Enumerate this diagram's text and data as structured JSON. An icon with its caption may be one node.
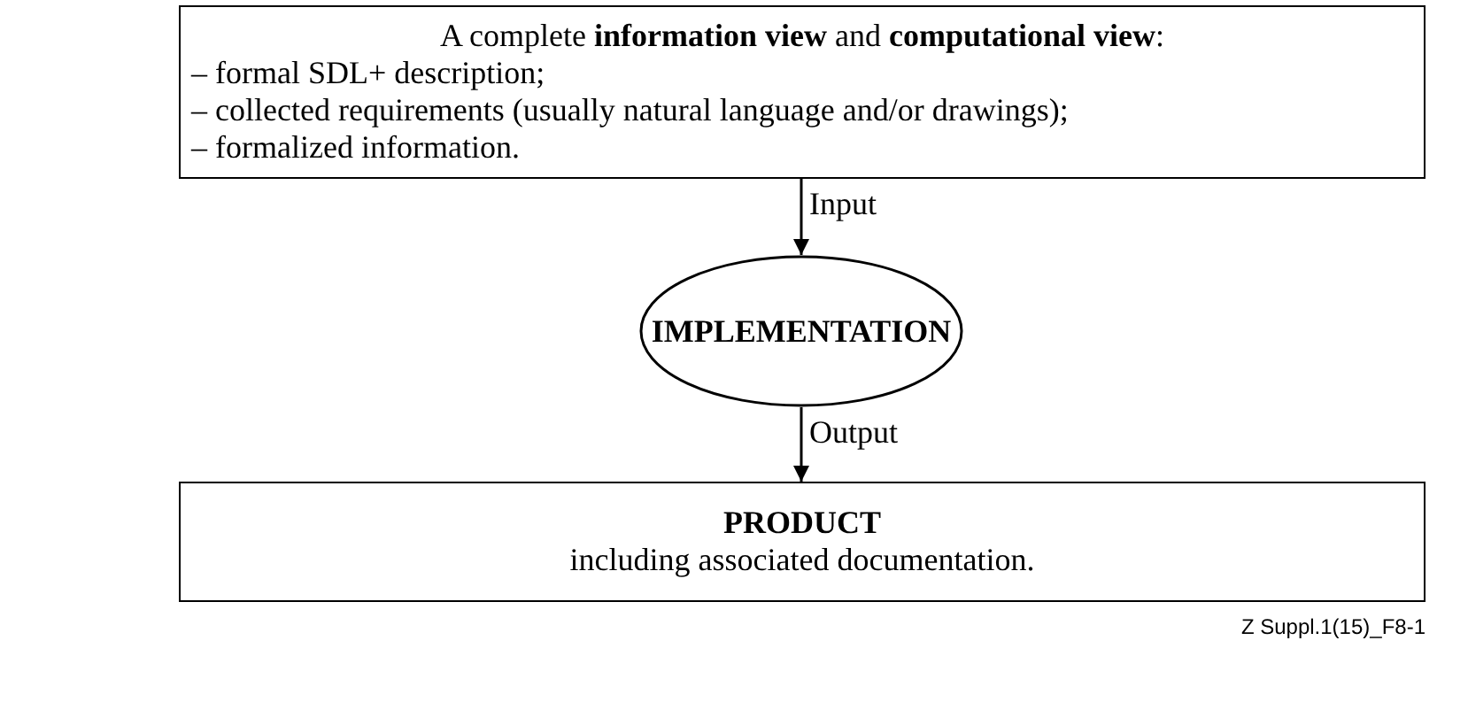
{
  "diagram": {
    "nodes": [
      {
        "text": [
          "A complete **information view** and **computational view**:",
          "– formal SDL+ description;",
          "– collected requirements (usually natural language and/or drawings);",
          "– formalized information."
        ]
      },
      {
        "text": [
          "IMPLEMENTATION"
        ]
      },
      {
        "text": [
          "PRODUCT",
          "including associated documentation."
        ]
      }
    ],
    "edges": [
      {
        "from": 0,
        "to": 1,
        "arrow": "to",
        "label": "Input"
      },
      {
        "from": 1,
        "to": 2,
        "arrow": "to",
        "label": "Output"
      }
    ],
    "labels": [
      "Z Suppl.1(15)_F8-1"
    ]
  }
}
